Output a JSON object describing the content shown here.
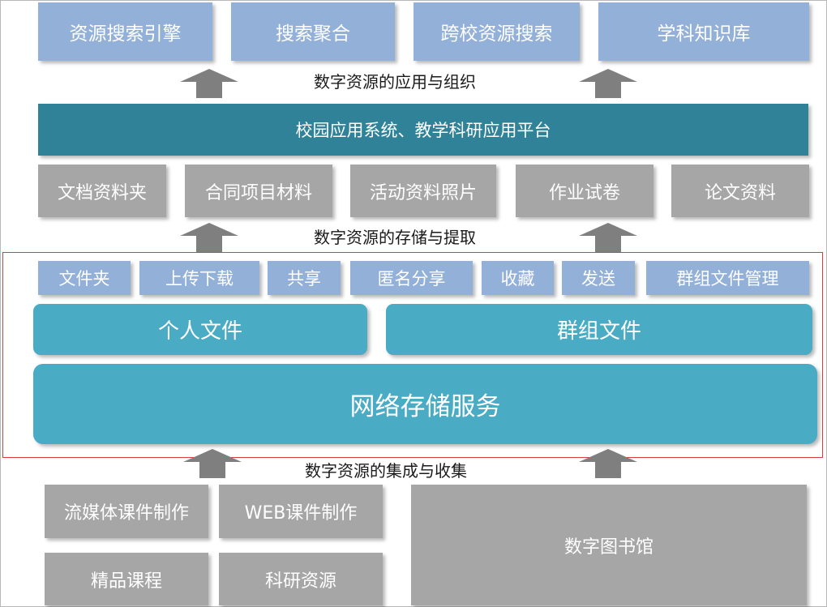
{
  "top_apps": [
    "资源搜索引擎",
    "搜索聚合",
    "跨校资源搜索",
    "学科知识库"
  ],
  "label_application": "数字资源的应用与组织",
  "platform": "校园应用系统、教学科研应用平台",
  "materials": [
    "文档资料夹",
    "合同项目材料",
    "活动资料照片",
    "作业试卷",
    "论文资料"
  ],
  "label_storage": "数字资源的存储与提取",
  "functions": [
    "文件夹",
    "上传下载",
    "共享",
    "匿名分享",
    "收藏",
    "发送",
    "群组文件管理"
  ],
  "personal_files": "个人文件",
  "group_files": "群组文件",
  "network_storage": "网络存储服务",
  "label_collection": "数字资源的集成与收集",
  "sources": [
    "流媒体课件制作",
    "WEB课件制作",
    "精品课程",
    "科研资源"
  ],
  "digital_library": "数字图书馆",
  "colors": {
    "light_blue": "#93b0d8",
    "teal": "#2f8297",
    "gray": "#a6a6a6",
    "cyan": "#4aabc5",
    "highlight": "#e03a3a"
  }
}
